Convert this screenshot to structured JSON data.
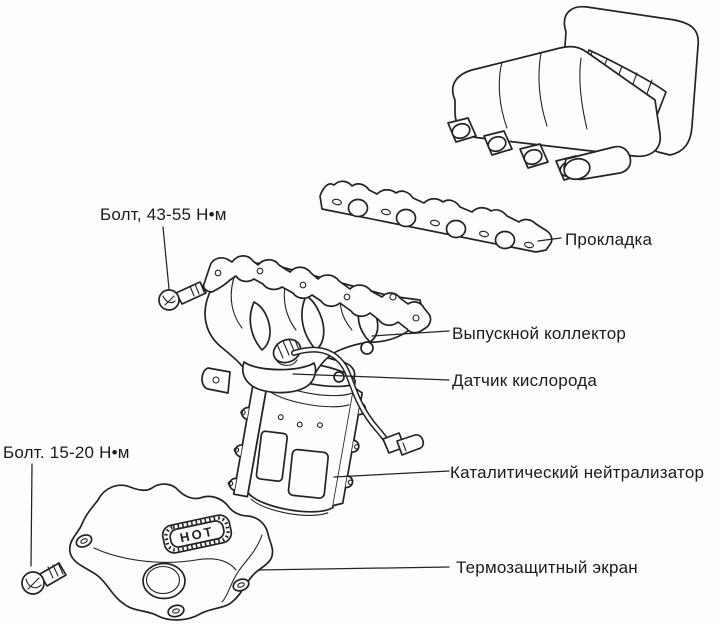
{
  "figure": {
    "kind": "exploded-parts-line-drawing",
    "colors": {
      "line": "#232323",
      "background": "#fdfdfc"
    }
  },
  "callouts": [
    {
      "id": "upper-bolt",
      "label": "Болт, 43-55 Н•м"
    },
    {
      "id": "gasket",
      "label": "Прокладка"
    },
    {
      "id": "exhaust-manifold",
      "label": "Выпускной коллектор"
    },
    {
      "id": "oxygen-sensor",
      "label": "Датчик кислорода"
    },
    {
      "id": "lower-bolt",
      "label": "Болт. 15-20 Н•м"
    },
    {
      "id": "catalytic-converter",
      "label": "Каталитический нейтрализатор"
    },
    {
      "id": "heat-shield",
      "label": "Термозащитный экран"
    }
  ],
  "markings": {
    "heat_shield_stamp": "HOT"
  }
}
